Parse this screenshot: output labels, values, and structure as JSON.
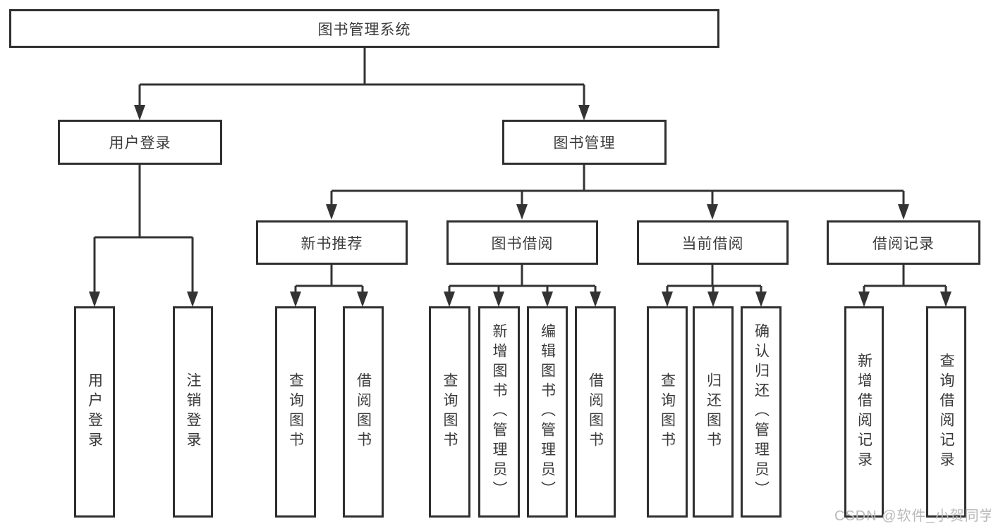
{
  "tree": {
    "root": {
      "label": "图书管理系统",
      "children": [
        {
          "label": "用户登录",
          "children": [
            {
              "label": "用户登录"
            },
            {
              "label": "注销登录"
            }
          ]
        },
        {
          "label": "图书管理",
          "children": [
            {
              "label": "新书推荐",
              "children": [
                {
                  "label": "查询图书"
                },
                {
                  "label": "借阅图书"
                }
              ]
            },
            {
              "label": "图书借阅",
              "children": [
                {
                  "label": "查询图书"
                },
                {
                  "label": "新增图书（管理员）"
                },
                {
                  "label": "编辑图书（管理员）"
                },
                {
                  "label": "借阅图书"
                }
              ]
            },
            {
              "label": "当前借阅",
              "children": [
                {
                  "label": "查询图书"
                },
                {
                  "label": "归还图书"
                },
                {
                  "label": "确认归还（管理员）"
                }
              ]
            },
            {
              "label": "借阅记录",
              "children": [
                {
                  "label": "新增借阅记录"
                },
                {
                  "label": "查询借阅记录"
                }
              ]
            }
          ]
        }
      ]
    }
  },
  "watermark": {
    "text": "CSDN @软件_小贺同学"
  },
  "colors": {
    "line": "#333333",
    "border": "#2f2f2f",
    "text": "#3a3a3a",
    "watermark": "#b9b9b9",
    "background": "#ffffff"
  }
}
